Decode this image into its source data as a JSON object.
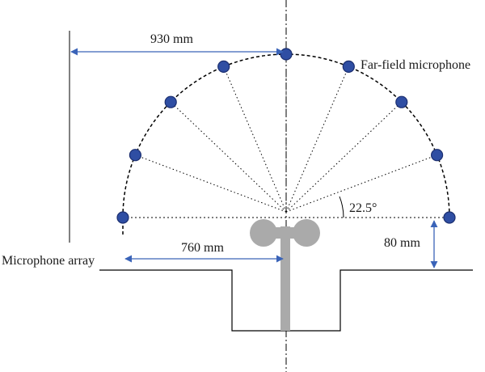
{
  "labels": {
    "width_dimension": "930 mm",
    "far_field": "Far-field microphone",
    "angle": "22.5°",
    "height_dimension": "80 mm",
    "array": "Microphone array",
    "array_distance": "760 mm"
  },
  "microphones": {
    "count": 9,
    "angular_step_deg": 22.5
  },
  "colors": {
    "mic_fill": "#2f4ea3",
    "mic_stroke": "#1c2f70",
    "dimension_arrow": "#3a63b8",
    "head_gray": "#aaaaaa",
    "line": "#000000"
  }
}
